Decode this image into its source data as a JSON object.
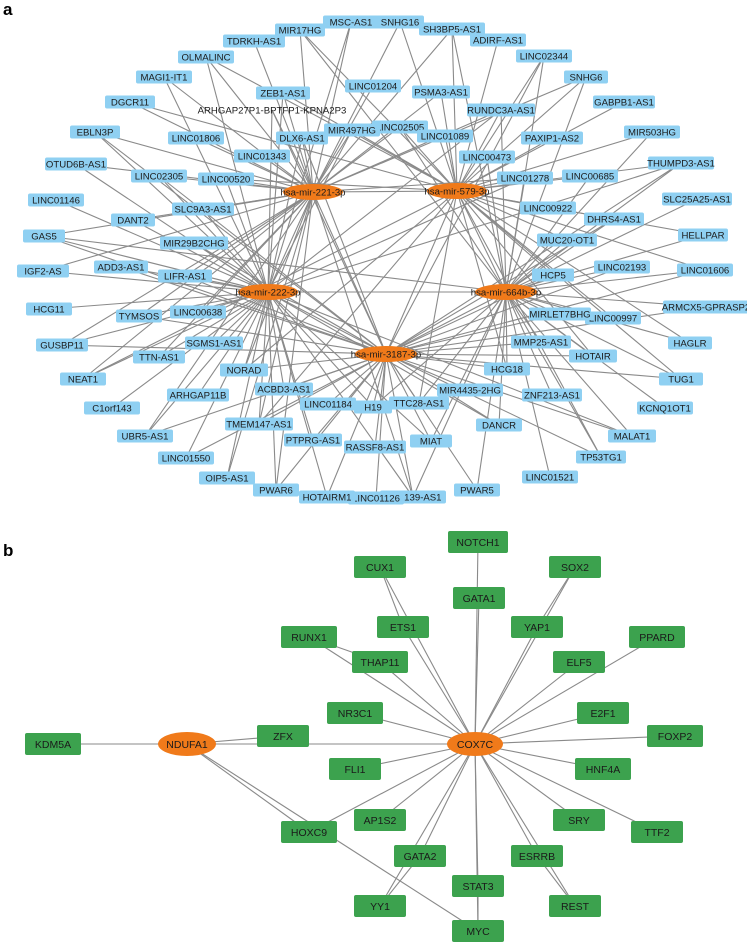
{
  "panels": {
    "a": {
      "label": "a",
      "colors": {
        "hub": "#f07a1a",
        "target": "#8fd0f2",
        "edge": "#8a8a8a"
      },
      "hubs": [
        "hsa-mir-221-3p",
        "hsa-mir-579-3p",
        "hsa-mir-222-3p",
        "hsa-mir-664b-3p",
        "hsa-mir-3187-3p"
      ],
      "targets": [
        "MSC-AS1",
        "SNHG16",
        "SH3BP5-AS1",
        "ADIRF-AS1",
        "LINC02344",
        "SNHG6",
        "GABPB1-AS1",
        "MIR503HG",
        "THUMPD3-AS1",
        "SLC25A25-AS1",
        "HELLPAR",
        "LINC01606",
        "ARMCX5-GPRASP2",
        "HAGLR",
        "TUG1",
        "KCNQ1OT1",
        "MALAT1",
        "TP53TG1",
        "LINC01521",
        "PWAR5",
        "RNF139-AS1",
        "LINC01126",
        "HOTAIRM1",
        "PWAR6",
        "OIP5-AS1",
        "LINC01550",
        "UBR5-AS1",
        "C1orf143",
        "NEAT1",
        "GUSBP11",
        "HCG11",
        "IGF2-AS",
        "GAS5",
        "LINC01146",
        "OTUD6B-AS1",
        "EBLN3P",
        "DGCR11",
        "MAGI1-IT1",
        "OLMALINC",
        "TDRKH-AS1",
        "MIR17HG",
        "ZEB1-AS1",
        "LINC01204",
        "PSMA3-AS1",
        "RUNDC3A-AS1",
        "PAXIP1-AS2",
        "LINC00685",
        "DHRS4-AS1",
        "LINC02193",
        "LINC00997",
        "HOTAIR",
        "ZNF213-AS1",
        "DANCR",
        "MIAT",
        "RASSF8-AS1",
        "PTPRG-AS1",
        "TMEM147-AS1",
        "ARHGAP11B",
        "TTN-AS1",
        "TYMSOS",
        "ADD3-AS1",
        "DANT2",
        "LINC02305",
        "LINC01806",
        "ARHGAP27P1-BPTFP1-KPNA2P3",
        "LINC02505",
        "LINC01089",
        "LINC00473",
        "LINC01278",
        "LINC00922",
        "MUC20-OT1",
        "HCP5",
        "MIRLET7BHG",
        "MMP25-AS1",
        "HCG18",
        "MIR4435-2HG",
        "TTC28-AS1",
        "H19",
        "LINC01184",
        "ACBD3-AS1",
        "NORAD",
        "SGMS1-AS1",
        "LINC00638",
        "LIFR-AS1",
        "MIR29B2CHG",
        "SLC9A3-AS1",
        "LINC00520",
        "LINC01343",
        "DLX6-AS1",
        "MIR497HG"
      ]
    },
    "b": {
      "label": "b",
      "colors": {
        "hub": "#f07a1a",
        "target": "#3ca24e",
        "edge": "#8a8a8a"
      },
      "hubs": [
        "NDUFA1",
        "COX7C"
      ],
      "targets": [
        "NOTCH1",
        "CUX1",
        "SOX2",
        "GATA1",
        "ETS1",
        "YAP1",
        "RUNX1",
        "PPARD",
        "THAP11",
        "ELF5",
        "NR3C1",
        "E2F1",
        "KDM5A",
        "ZFX",
        "FOXP2",
        "FLI1",
        "HNF4A",
        "AP1S2",
        "SRY",
        "HOXC9",
        "TTF2",
        "GATA2",
        "ESRRB",
        "STAT3",
        "YY1",
        "REST",
        "MYC"
      ]
    }
  }
}
